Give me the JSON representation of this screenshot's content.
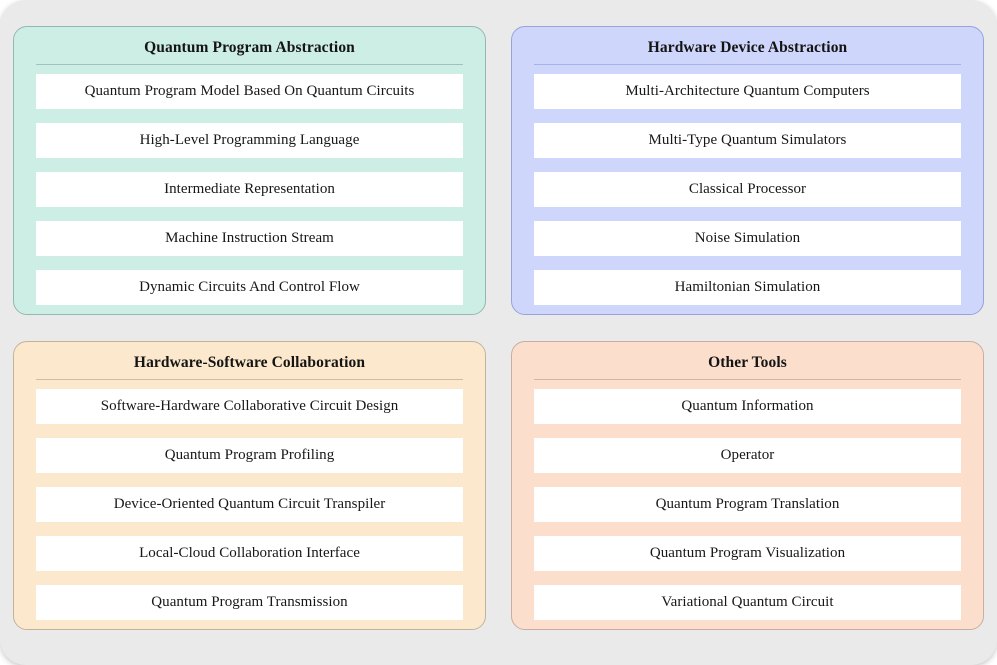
{
  "panels": [
    {
      "id": "quantum-program-abstraction",
      "title": "Quantum Program Abstraction",
      "color": "#cdeee5",
      "border_color": "#93b8b3",
      "items": [
        "Quantum Program Model Based On Quantum Circuits",
        "High-Level Programming Language",
        "Intermediate Representation",
        "Machine Instruction Stream",
        "Dynamic Circuits And Control Flow"
      ]
    },
    {
      "id": "hardware-device-abstraction",
      "title": "Hardware Device Abstraction",
      "color": "#cfd6fb",
      "border_color": "#97a3df",
      "items": [
        "Multi-Architecture Quantum Computers",
        "Multi-Type Quantum Simulators",
        "Classical Processor",
        "Noise Simulation",
        "Hamiltonian Simulation"
      ]
    },
    {
      "id": "hardware-software-collaboration",
      "title": "Hardware-Software Collaboration",
      "color": "#fce9cd",
      "border_color": "#c3b39b",
      "items": [
        "Software-Hardware Collaborative Circuit Design",
        "Quantum Program Profiling",
        "Device-Oriented Quantum Circuit Transpiler",
        "Local-Cloud Collaboration Interface",
        "Quantum Program Transmission"
      ]
    },
    {
      "id": "other-tools",
      "title": "Other Tools",
      "color": "#fcdecd",
      "border_color": "#c8ada0",
      "items": [
        "Quantum Information",
        "Operator",
        "Quantum Program Translation",
        "Quantum Program Visualization",
        "Variational Quantum Circuit"
      ]
    }
  ],
  "background_color": "#eaeaea"
}
